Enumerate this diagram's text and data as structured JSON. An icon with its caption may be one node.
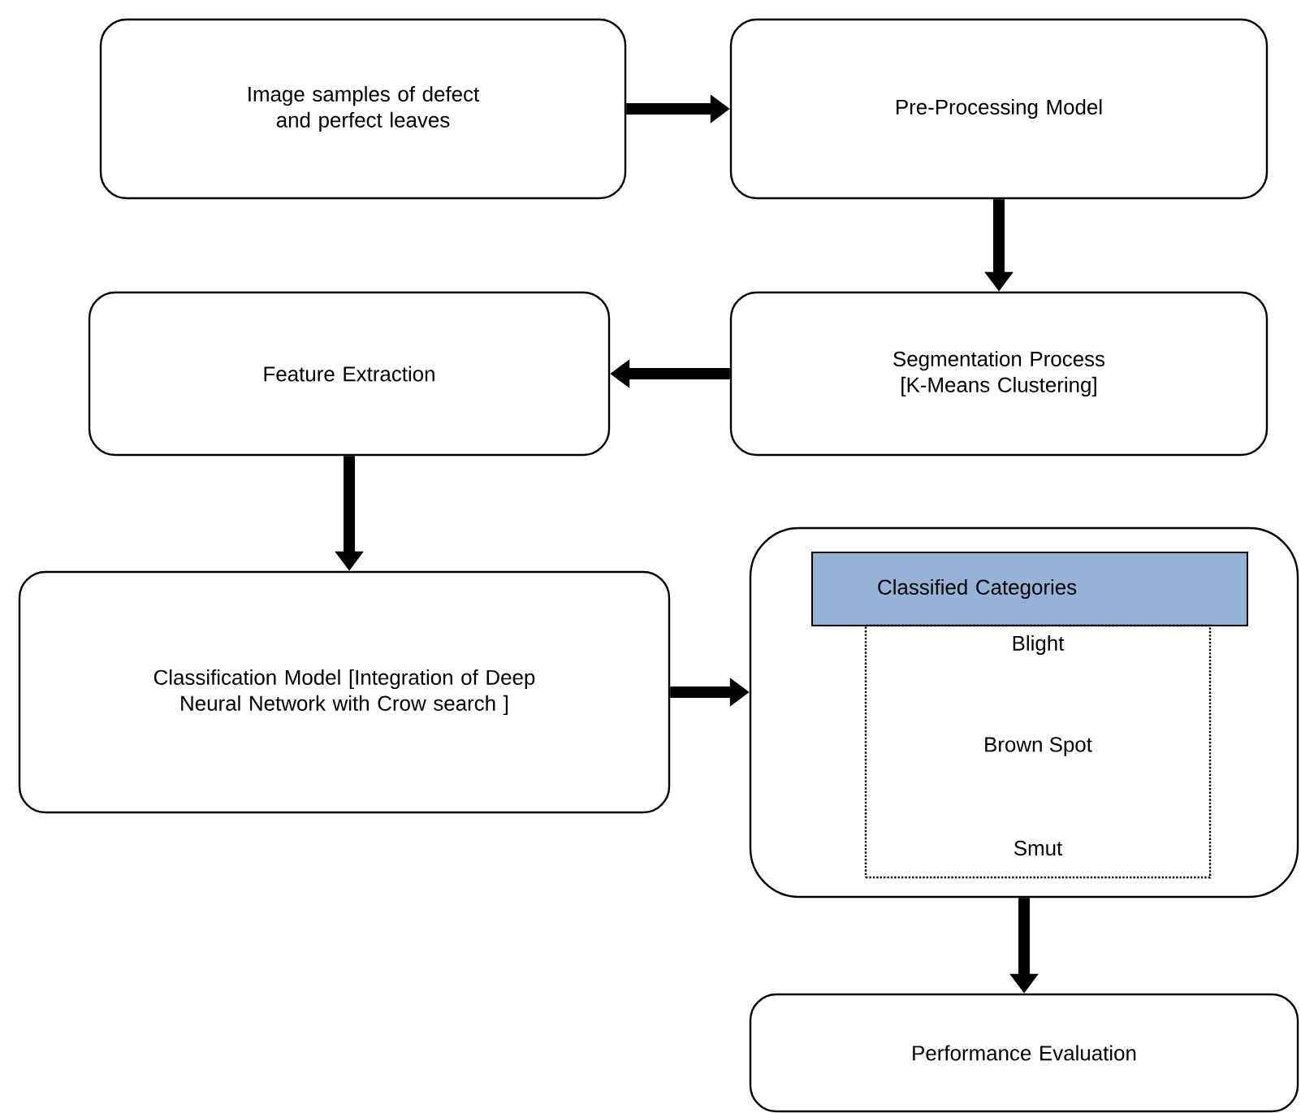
{
  "diagram": {
    "nodes": [
      {
        "text": [
          "Image samples of defect and perfect leaves"
        ]
      },
      {
        "text": [
          "Pre-Processing Model"
        ]
      },
      {
        "text": [
          "Segmentation Process [K-Means Clustering]"
        ]
      },
      {
        "text": [
          "Feature Extraction"
        ]
      },
      {
        "text": [
          "Classification Model [Integration of Deep Neural Network with Crow search ]"
        ]
      },
      {
        "text": [],
        "shape": "box"
      },
      {
        "text": [
          "Classified Categories"
        ],
        "in": 5
      },
      {
        "text": [
          "Blight",
          "Brown Spot",
          "Smut"
        ],
        "in": 5
      },
      {
        "text": [
          "Performance Evaluation"
        ]
      }
    ],
    "edges": [
      {
        "from": 0,
        "to": 1,
        "arrow": "to"
      },
      {
        "from": 1,
        "to": 2,
        "arrow": "to"
      },
      {
        "from": 2,
        "to": 3,
        "arrow": "to"
      },
      {
        "from": 3,
        "to": 4,
        "arrow": "to"
      },
      {
        "from": 4,
        "to": 5,
        "arrow": "to"
      },
      {
        "from": 5,
        "to": 8,
        "arrow": "to"
      }
    ]
  }
}
